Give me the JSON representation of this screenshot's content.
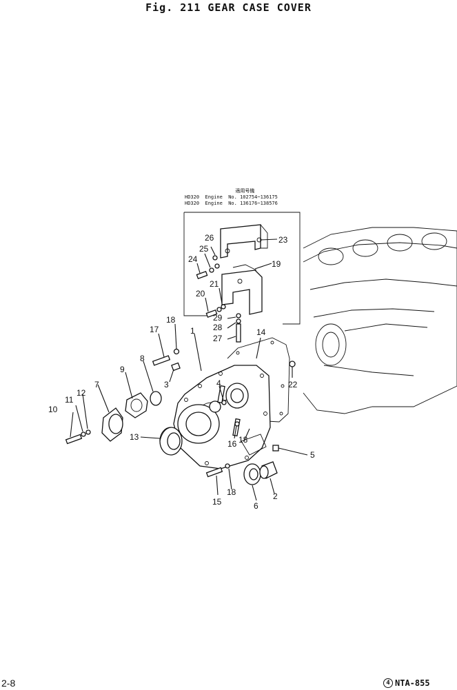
{
  "figure": {
    "title": "Fig. 211  GEAR CASE COVER",
    "page_number": "2-8",
    "catalog_code": "NTA-855",
    "catalog_code_mark": "4"
  },
  "engine_note": {
    "heading": "適用号機",
    "rows": [
      "HD320  Engine  No. 102754~136175",
      "HD320  Engine  No. 136176~138576"
    ]
  },
  "callouts": [
    "1",
    "2",
    "3",
    "4",
    "5",
    "6",
    "7",
    "8",
    "9",
    "10",
    "11",
    "12",
    "13",
    "14",
    "15",
    "16",
    "17",
    "18",
    "18",
    "18",
    "19",
    "20",
    "21",
    "22",
    "23",
    "24",
    "25",
    "26",
    "27",
    "28",
    "29"
  ]
}
